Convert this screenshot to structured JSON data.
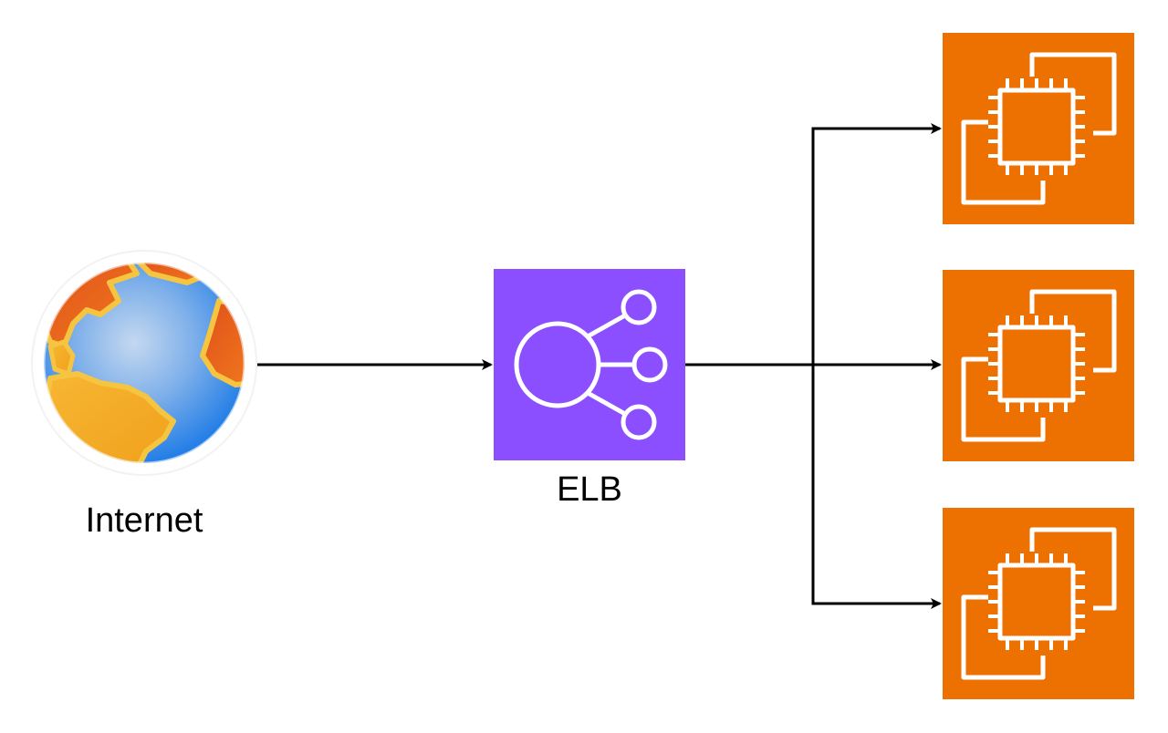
{
  "nodes": {
    "internet": {
      "label": "Internet",
      "icon": "globe-icon"
    },
    "elb": {
      "label": "ELB",
      "icon": "load-balancer-icon",
      "color": "#8c4fff"
    },
    "instances": [
      {
        "icon": "ec2-instances-icon",
        "color": "#ed7100"
      },
      {
        "icon": "ec2-instances-icon",
        "color": "#ed7100"
      },
      {
        "icon": "ec2-instances-icon",
        "color": "#ed7100"
      }
    ]
  },
  "edges": [
    {
      "from": "internet",
      "to": "elb"
    },
    {
      "from": "elb",
      "to": "instance-1"
    },
    {
      "from": "elb",
      "to": "instance-2"
    },
    {
      "from": "elb",
      "to": "instance-3"
    }
  ],
  "colors": {
    "connector": "#000000",
    "globe_land": "#f5a623",
    "globe_ocean": "#3b8fe8"
  }
}
